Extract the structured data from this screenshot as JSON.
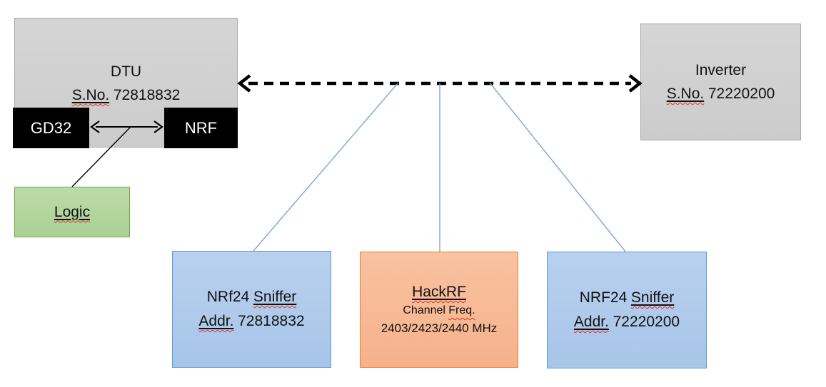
{
  "colors": {
    "box_gray_fill": "#d0d0d0",
    "box_gray_border": "#a8a8a8",
    "box_black_fill": "#000000",
    "box_green_fill": "#aad194",
    "box_green_border": "#6aab47",
    "box_blue_fill": "#aecbea",
    "box_blue_border": "#5b9bd5",
    "box_orange_fill": "#f8ba98",
    "box_orange_border": "#ed7d31",
    "connector_blue": "#7aa7d9",
    "arrow_black": "#000000",
    "spellcheck_red": "#e0342c"
  },
  "dtu": {
    "title": "DTU",
    "serial_label": "S.No.",
    "serial_value": "72818832"
  },
  "gd32": {
    "label": "GD32"
  },
  "nrf": {
    "label": "NRF"
  },
  "logic": {
    "label": "Logic"
  },
  "inverter": {
    "title": "Inverter",
    "serial_label": "S.No.",
    "serial_value": "72220200"
  },
  "sniffer_left": {
    "name_prefix": "NRf24",
    "name_word": "Sniffer",
    "addr_label": "Addr.",
    "addr_value": "72818832"
  },
  "hackrf": {
    "title": "HackRF",
    "channel_prefix": "Channel",
    "channel_word": "Freq.",
    "frequencies": "2403/2423/2440 MHz"
  },
  "sniffer_right": {
    "name_prefix": "NRF24",
    "name_word": "Sniffer",
    "addr_label": "Addr.",
    "addr_value": "72220200"
  }
}
